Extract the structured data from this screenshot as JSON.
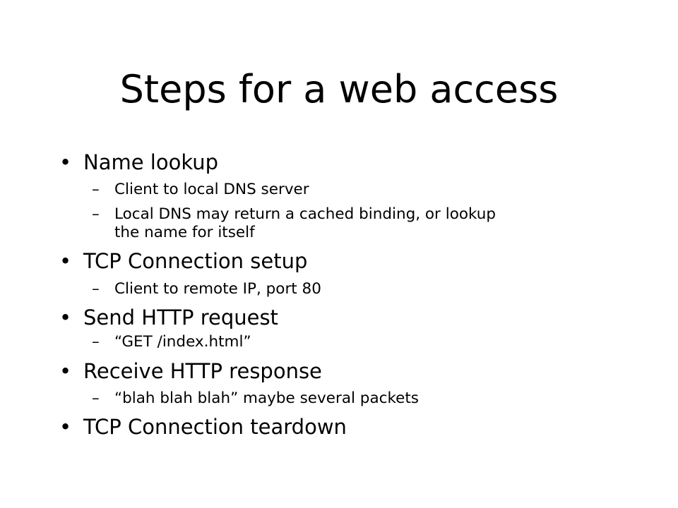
{
  "title": "Steps for a web access",
  "bullets": [
    {
      "text": "Name lookup",
      "subitems": [
        "Client to local DNS server",
        "Local DNS may return a cached binding, or lookup",
        "the name for itself"
      ]
    },
    {
      "text": "TCP Connection setup",
      "subitems": [
        "Client to remote IP, port 80"
      ]
    },
    {
      "text": "Send HTTP request",
      "subitems": [
        "“GET /index.html”"
      ]
    },
    {
      "text": "Receive HTTP response",
      "subitems": [
        "“blah blah blah” maybe several packets"
      ]
    },
    {
      "text": "TCP Connection teardown",
      "subitems": []
    }
  ],
  "glyphs": {
    "bullet": "•",
    "dash": "–"
  }
}
